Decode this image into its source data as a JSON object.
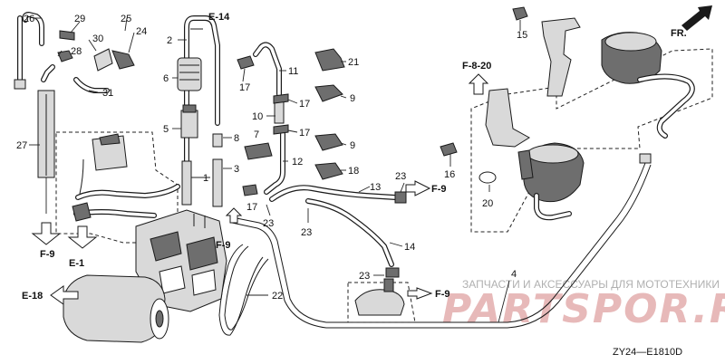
{
  "diagram": {
    "code": "ZY24—E1810D",
    "watermark_caption": "ЗАПЧАСТИ И АКСЕССУАРЫ ДЛЯ МОТОТЕХНИКИ",
    "watermark_logo": "PARTSPOR.RU",
    "refs": {
      "e14": "E-14",
      "f820": "F-8-20",
      "fr": "FR.",
      "f9_left": "F-9",
      "e1": "E-1",
      "f9_mid": "F-9",
      "f9_right": "F-9",
      "f9_bottom": "F-9",
      "e18": "E-18"
    },
    "parts": {
      "p1": "1",
      "p2": "2",
      "p3": "3",
      "p4": "4",
      "p5": "5",
      "p6": "6",
      "p7": "7",
      "p8": "8",
      "p9a": "9",
      "p9b": "9",
      "p10": "10",
      "p11": "11",
      "p12": "12",
      "p13": "13",
      "p14": "14",
      "p15": "15",
      "p16": "16",
      "p17a": "17",
      "p17b": "17",
      "p17c": "17",
      "p17d": "17",
      "p18": "18",
      "p20": "20",
      "p21": "21",
      "p22": "22",
      "p23a": "23",
      "p23b": "23",
      "p23c": "23",
      "p23d": "23",
      "p24": "24",
      "p25": "25",
      "p26": "26",
      "p27": "27",
      "p28": "28",
      "p29": "29",
      "p30": "30",
      "p31": "31"
    }
  }
}
